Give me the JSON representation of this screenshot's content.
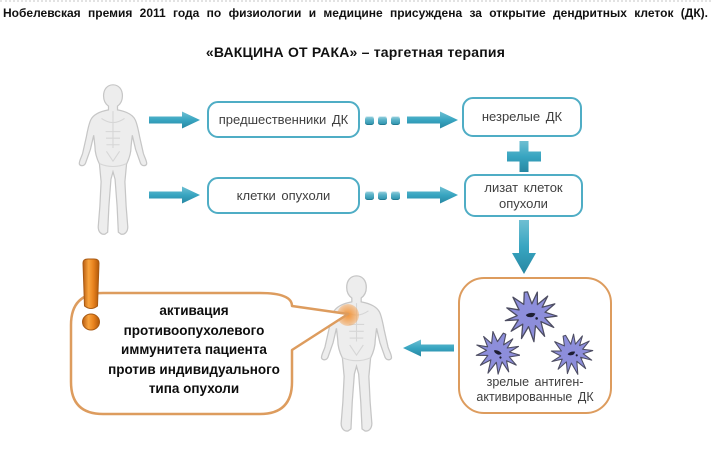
{
  "header": {
    "title": "Нобелевская премия 2011 года по физиологии и медицине присуждена за открытие дендритных клеток (ДК).",
    "subtitle": "«ВАКЦИНА ОТ РАКА» – таргетная терапия"
  },
  "flow": {
    "dc_precursors": "предшественники ДК",
    "immature_dc": "незрелые ДК",
    "tumor_cells": "клетки опухоли",
    "tumor_lysate_line1": "лизат клеток",
    "tumor_lysate_line2": "опухоли",
    "mature_dc_line1": "зрелые антиген-",
    "mature_dc_line2": "активированные ДК"
  },
  "bubble": {
    "line1": "активация",
    "line2": "противоопухолевого",
    "line3": "иммунитета пациента",
    "line4": "против индивидуального",
    "line5": "типа опухоли"
  },
  "icons": {
    "human_figure": "anatomical-human-body",
    "arrow_right": "teal-block-arrow-right",
    "arrow_left": "teal-block-arrow-left",
    "arrow_down": "teal-block-arrow-down",
    "plus": "teal-plus-cross",
    "ellipsis": "three-teal-square-dots",
    "exclamation": "orange-exclamation-mark",
    "dendritic_cell": "purple-spiky-cell"
  },
  "colors": {
    "teal": "#38a5c1",
    "teal_box_border": "#4fadc5",
    "orange_border": "#dd9c5e",
    "exclamation_orange": "#e8821e",
    "cell_purple": "#8d8edb",
    "text_dark": "#3f3f3f",
    "figure_gray": "#ececec"
  }
}
